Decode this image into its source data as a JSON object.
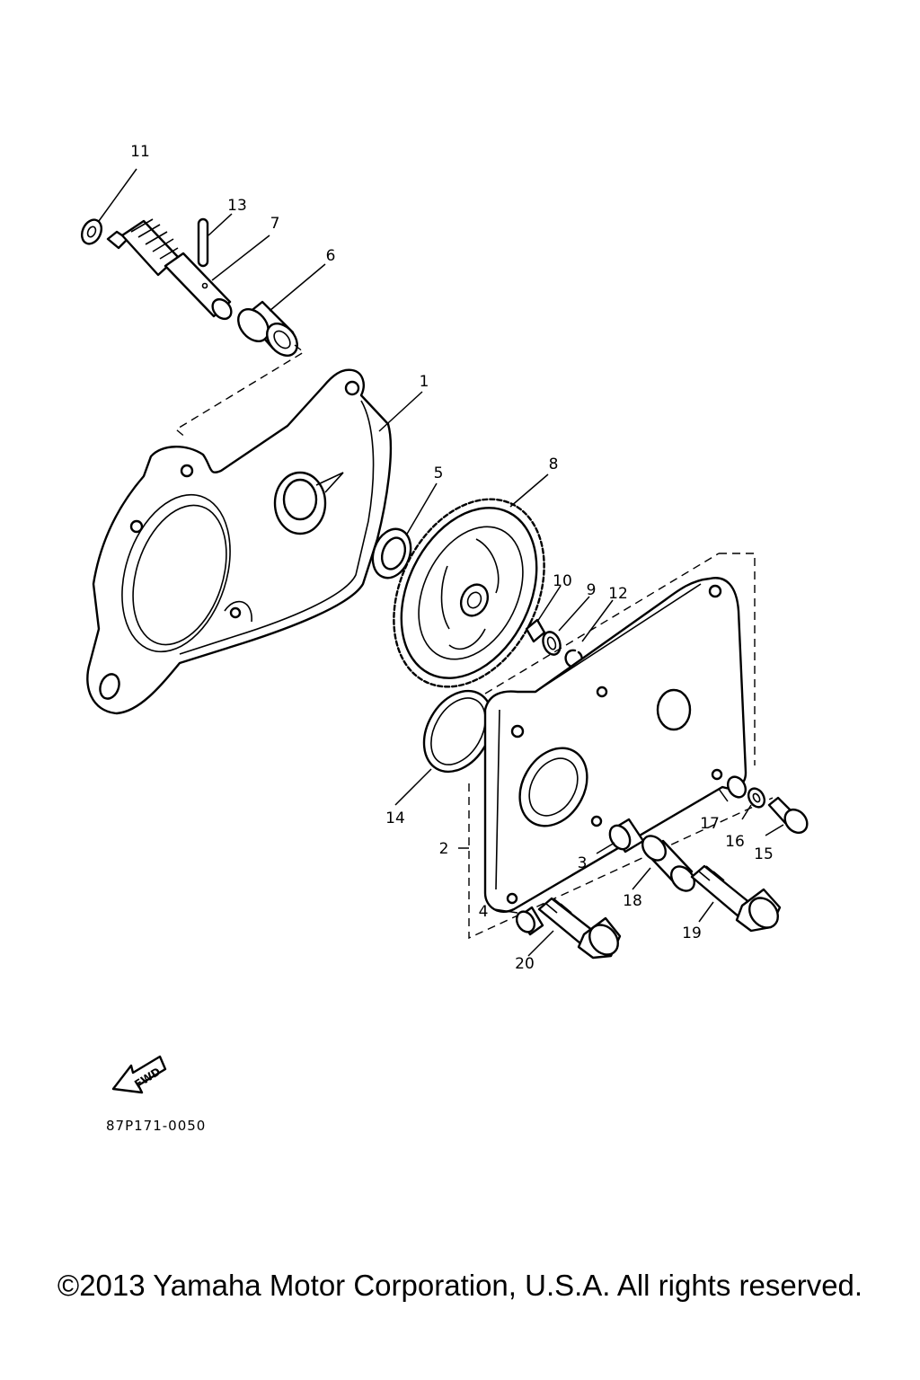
{
  "diagram": {
    "callouts": [
      "11",
      "13",
      "7",
      "6",
      "1",
      "5",
      "8",
      "10",
      "9",
      "12",
      "14",
      "2",
      "17",
      "16",
      "15",
      "3",
      "18",
      "4",
      "19",
      "20"
    ],
    "fwd_label": "FWD",
    "drawing_code": "87P171-0050"
  },
  "footer": {
    "copyright": "©2013 Yamaha Motor Corporation, U.S.A. All rights reserved."
  }
}
